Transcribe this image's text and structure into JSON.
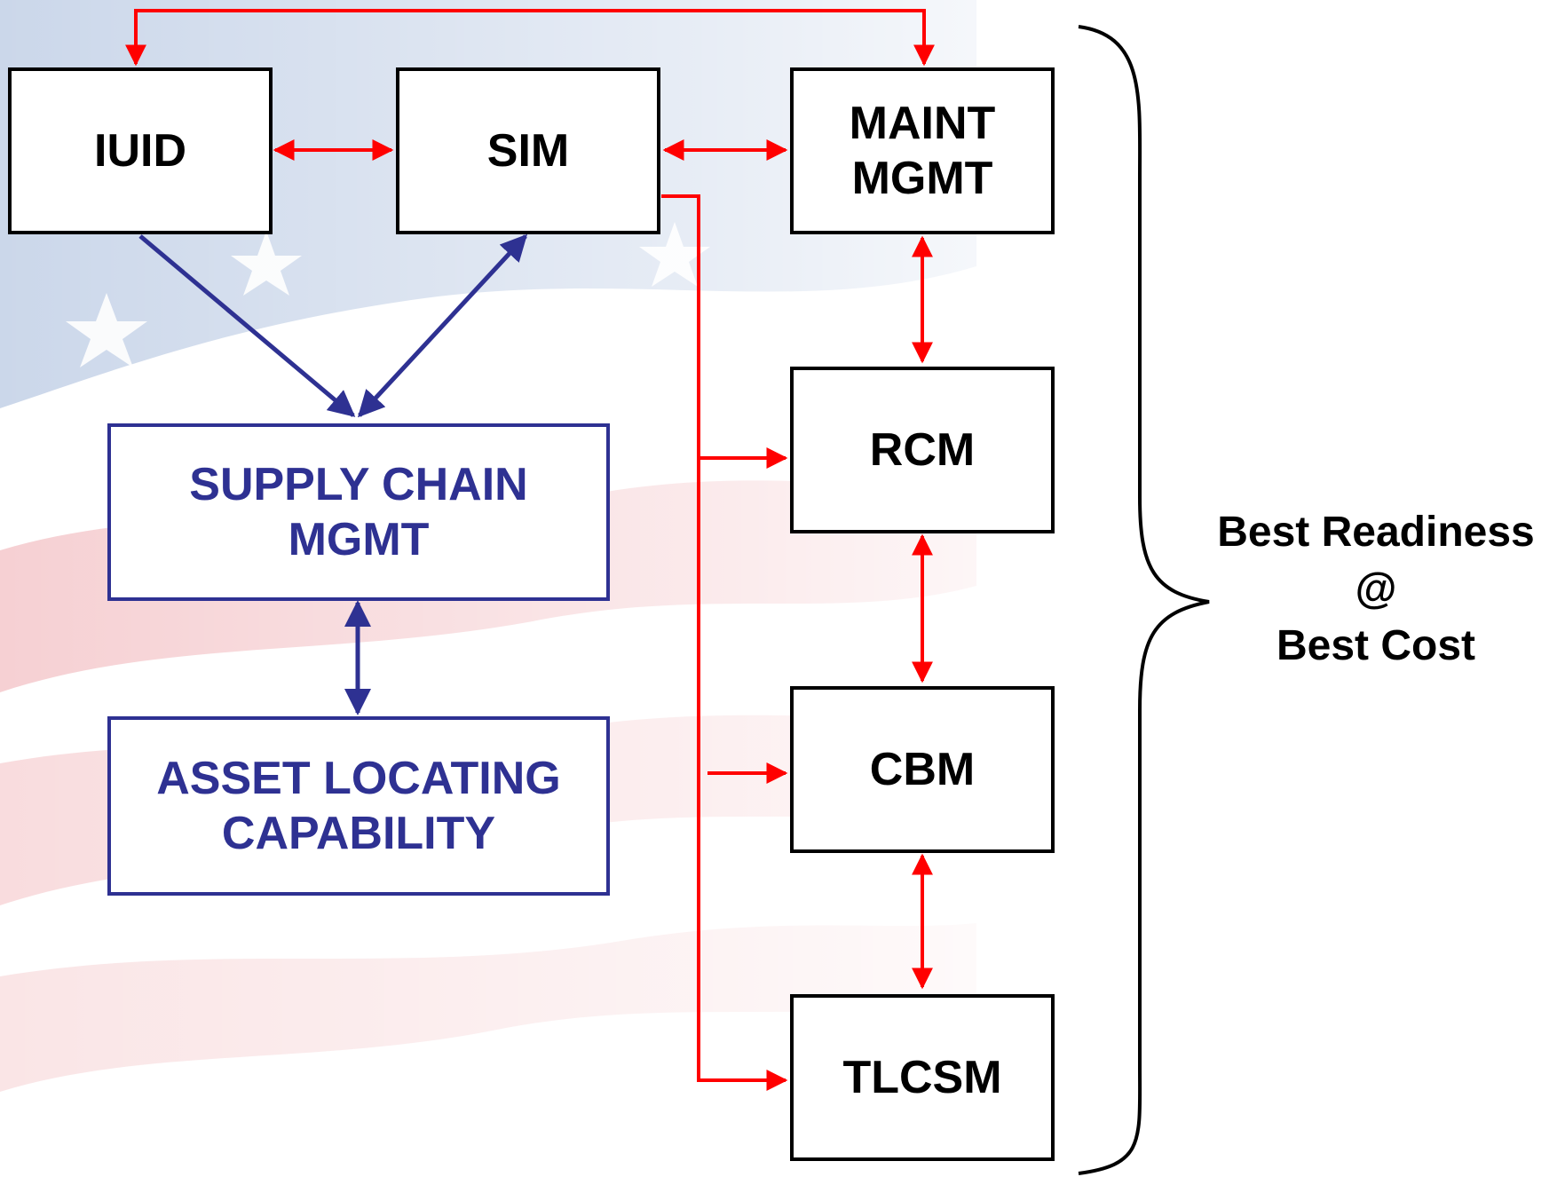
{
  "colors": {
    "black_box_border": "#000000",
    "blue_box_border": "#2e3192",
    "blue_text": "#2e3192",
    "red_arrow": "#ff0000",
    "blue_arrow": "#2e3192",
    "flag_red": "#d9323c",
    "flag_blue": "#2a5aa6"
  },
  "boxes": {
    "iuid": "IUID",
    "sim": "SIM",
    "maint_mgmt": "MAINT\nMGMT",
    "supply_chain_mgmt": "SUPPLY CHAIN\nMGMT",
    "asset_locating_capability": "ASSET LOCATING\nCAPABILITY",
    "rcm": "RCM",
    "cbm": "CBM",
    "tlcsm": "TLCSM"
  },
  "outcome": {
    "line1": "Best Readiness",
    "line2": "@",
    "line3": "Best Cost"
  },
  "background": {
    "image": "faded-american-flag"
  }
}
